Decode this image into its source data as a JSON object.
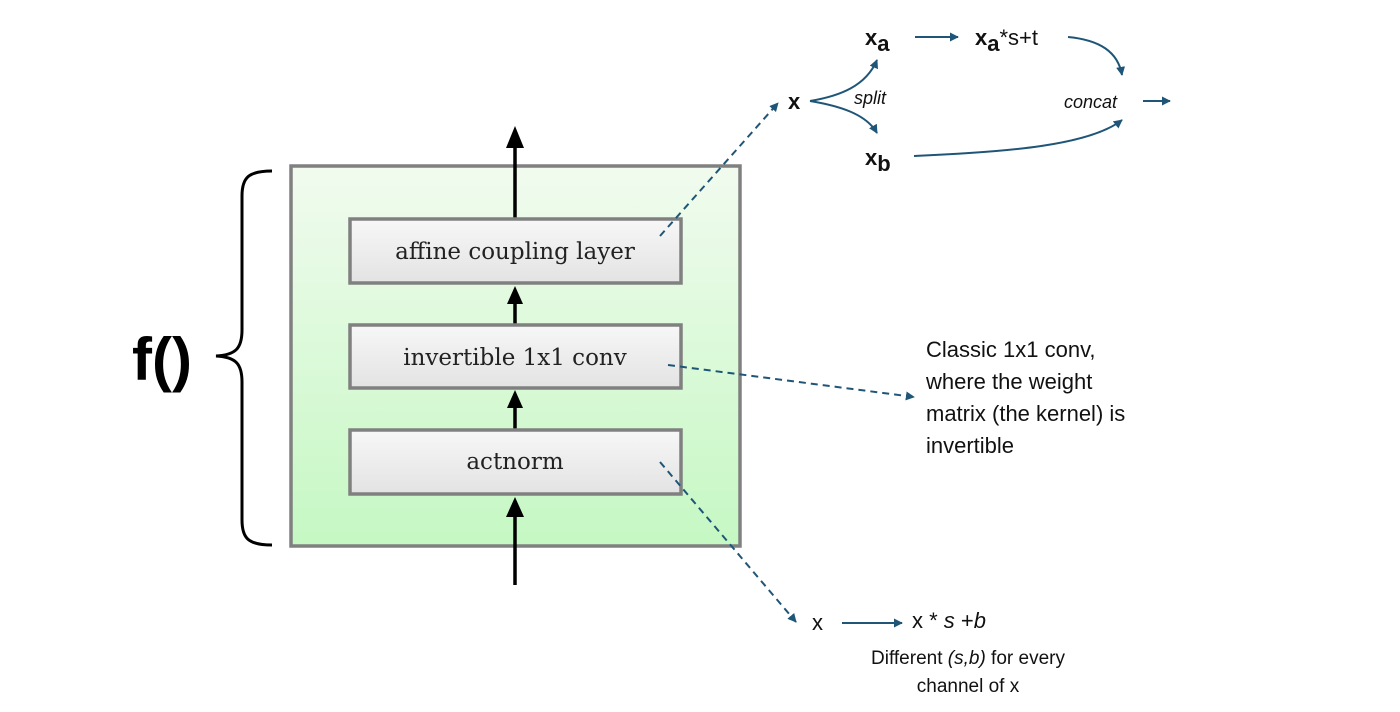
{
  "f_label": "f()",
  "blocks": {
    "affine": "affine coupling layer",
    "conv": "invertible 1x1 conv",
    "actnorm": "actnorm"
  },
  "coupling": {
    "x": "x",
    "split": "split",
    "xa_base": "x",
    "xa_sub": "a",
    "xb_base": "x",
    "xb_sub": "b",
    "xa_out_sub": "a",
    "xa_out_rest": "*s+t",
    "concat": "concat"
  },
  "conv_note": {
    "line1": "Classic 1x1 conv,",
    "line2": "where the weight",
    "line3": "matrix (the kernel) is",
    "line4": "invertible"
  },
  "actnorm_note": {
    "x": "x",
    "formula_x": "x * ",
    "formula_s": "s",
    "formula_plus": " +",
    "formula_b": "b",
    "line1_pre": "Different ",
    "line1_italic": "(s,b)",
    "line1_post": " for every",
    "line2": "channel of x"
  },
  "colors": {
    "annotation_blue": "#1f5577",
    "box_border": "#808080",
    "green_top": "#f1fbef",
    "green_bottom": "#c5f8c3",
    "block_fill": "#eeeeee"
  }
}
